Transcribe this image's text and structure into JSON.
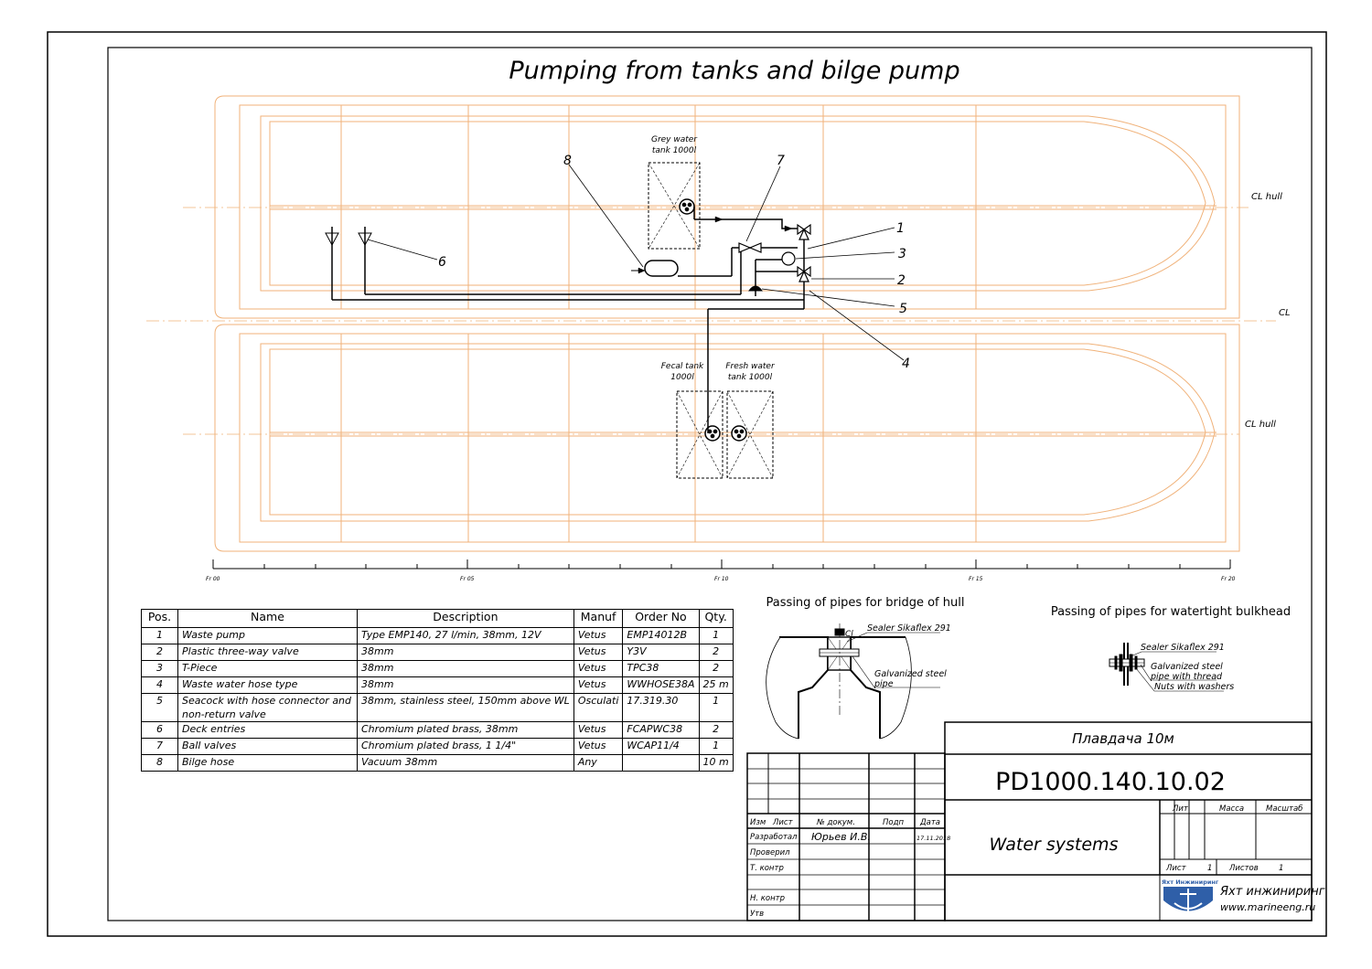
{
  "drawing": {
    "title": "Pumping from tanks and bilge pump",
    "section_bridge_title": "Passing of pipes for bridge of hull",
    "section_bulkhead_title": "Passing of pipes for watertight bulkhead"
  },
  "plan": {
    "cl_hull_top": "CL hull",
    "cl_center": "CL",
    "cl_hull_bottom": "CL hull",
    "grey_tank": [
      "Grey water",
      "tank 1000l"
    ],
    "fecal_tank": [
      "Fecal tank",
      "1000l"
    ],
    "fresh_tank": [
      "Fresh water",
      "tank 1000l"
    ],
    "callouts": [
      "8",
      "7",
      "6",
      "1",
      "3",
      "2",
      "5",
      "4"
    ],
    "frame_labels": [
      "Fr 00",
      "Fr 05",
      "Fr 10",
      "Fr 15",
      "Fr 20"
    ]
  },
  "detail_bridge": {
    "cl": "Cl",
    "sealer": "Sealer Sikaflex 291",
    "pipe": [
      "Galvanized steel",
      "pipe"
    ]
  },
  "detail_bulkhead": {
    "sealer": "Sealer Sikaflex 291",
    "pipe": [
      "Galvanized steel",
      "pipe with thread"
    ],
    "nuts": "Nuts with washers"
  },
  "parts_table": {
    "headers": [
      "Pos.",
      "Name",
      "Description",
      "Manuf",
      "Order No",
      "Qty."
    ],
    "rows": [
      [
        "1",
        "Waste pump",
        "Type EMP140, 27 l/min, 38mm, 12V",
        "Vetus",
        "EMP14012B",
        "1"
      ],
      [
        "2",
        "Plastic three-way valve",
        "38mm",
        "Vetus",
        "Y3V",
        "2"
      ],
      [
        "3",
        "T-Piece",
        "38mm",
        "Vetus",
        "TPC38",
        "2"
      ],
      [
        "4",
        "Waste water hose type",
        "38mm",
        "Vetus",
        "WWHOSE38A",
        "25 m"
      ],
      [
        "5",
        "Seacock with hose connector and non-return valve",
        "38mm, stainless steel, 150mm above WL",
        "Osculati",
        "17.319.30",
        "1"
      ],
      [
        "6",
        "Deck entries",
        "Chromium plated brass, 38mm",
        "Vetus",
        "FCAPWC38",
        "2"
      ],
      [
        "7",
        "Ball valves",
        "Chromium plated brass, 1 1/4\"",
        "Vetus",
        "WCAP11/4",
        "1"
      ],
      [
        "8",
        "Bilge hose",
        "Vacuum 38mm",
        "Any",
        "",
        "10 m"
      ]
    ]
  },
  "title_block": {
    "product": "Плавдача 10м",
    "doc_number": "PD1000.140.10.02",
    "doc_title": "Water systems",
    "col_headers": [
      "Изм",
      "Лист",
      "№ докум.",
      "Подп",
      "Дата"
    ],
    "lit": "Лит",
    "mass": "Масса",
    "scale": "Масштаб",
    "sheet_label": "Лист",
    "sheet_value": "1",
    "sheets_label": "Листов",
    "sheets_value": "1",
    "roles": [
      "Разработал",
      "Проверил",
      "Т. контр",
      "Н. контр",
      "Утв"
    ],
    "developer": "Юрьев И.В.",
    "date": "17.11.2018",
    "logo_small": "Яхт Инжиниринг",
    "company": "Яхт инжиниринг",
    "website": "www.marineeng.ru"
  },
  "colors": {
    "ink": "#000000",
    "hull": "#f0b27a",
    "logo": "#2f5fa8"
  }
}
